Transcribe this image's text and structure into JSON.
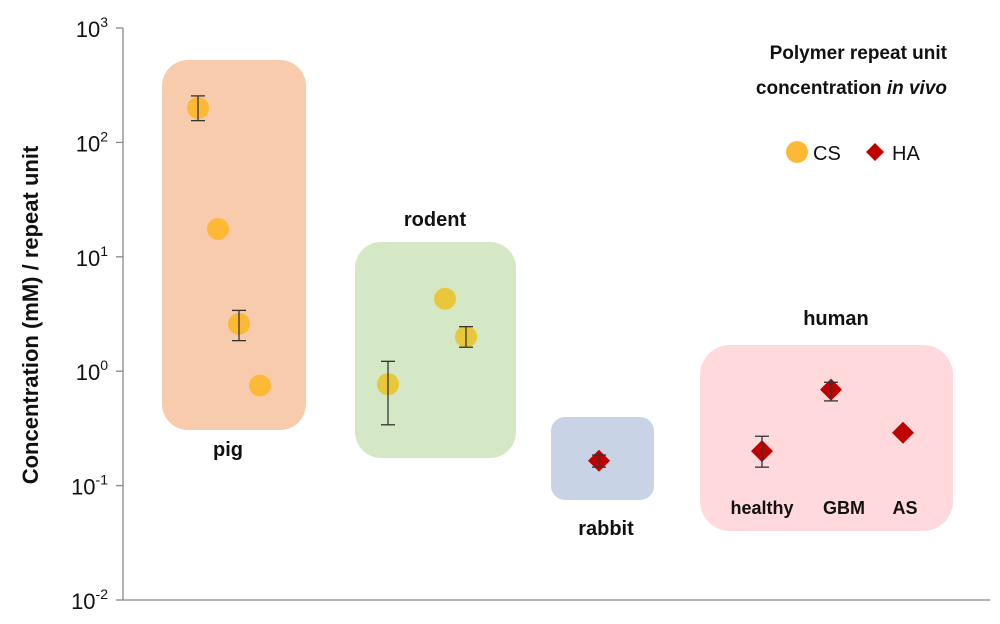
{
  "chart_data": {
    "type": "scatter",
    "title_line1": "Polymer repeat unit",
    "title_line2_prefix": "concentration ",
    "title_line2_italic": "in vivo",
    "ylabel": "Concentration (mM) / repeat unit",
    "xlabel": "",
    "yscale": "log",
    "ylim": [
      0.01,
      1000
    ],
    "ytick_bases": [
      "10",
      "10",
      "10",
      "10",
      "10",
      "10"
    ],
    "ytick_exponents": [
      "-2",
      "-1",
      "0",
      "1",
      "2",
      "3"
    ],
    "ytick_values": [
      0.01,
      0.1,
      1,
      10,
      100,
      1000
    ],
    "legend": [
      {
        "name": "CS",
        "marker": "circle",
        "color": "#FDB935"
      },
      {
        "name": "HA",
        "marker": "diamond",
        "color": "#C00000"
      }
    ],
    "groups": [
      {
        "label": "pig",
        "color": "#F8CBAD"
      },
      {
        "label": "rodent",
        "color": "#D5E8C5"
      },
      {
        "label": "rabbit",
        "color": "#C9D3E6"
      },
      {
        "label": "human",
        "color": "#FFD9DC"
      }
    ],
    "human_sublabels": [
      "healthy",
      "GBM",
      "AS"
    ],
    "series": [
      {
        "name": "CS",
        "color": "#FDB935",
        "points": [
          {
            "group": "pig",
            "y": 200,
            "err_low": 155,
            "err_high": 255
          },
          {
            "group": "pig",
            "y": 17.5
          },
          {
            "group": "pig",
            "y": 2.6,
            "err_low": 1.85,
            "err_high": 3.4
          },
          {
            "group": "pig",
            "y": 0.75
          },
          {
            "group": "rodent",
            "y": 0.77,
            "err_low": 0.34,
            "err_high": 1.22
          },
          {
            "group": "rodent",
            "y": 4.3
          },
          {
            "group": "rodent",
            "y": 2.0,
            "err_low": 1.62,
            "err_high": 2.45
          }
        ]
      },
      {
        "name": "HA",
        "color": "#C00000",
        "points": [
          {
            "group": "rabbit",
            "y": 0.165,
            "err_low": 0.145,
            "err_high": 0.185
          },
          {
            "group": "human",
            "sub": "healthy",
            "y": 0.2,
            "err_low": 0.145,
            "err_high": 0.27
          },
          {
            "group": "human",
            "sub": "GBM",
            "y": 0.69,
            "err_low": 0.55,
            "err_high": 0.8
          },
          {
            "group": "human",
            "sub": "AS",
            "y": 0.29
          }
        ]
      }
    ]
  }
}
